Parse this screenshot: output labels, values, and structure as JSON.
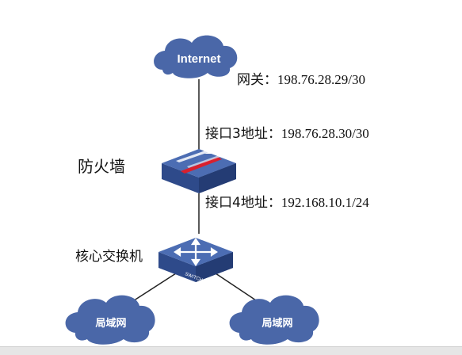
{
  "nodes": {
    "internet": {
      "label": "Internet"
    },
    "firewall": {
      "label": "防火墙"
    },
    "core_switch": {
      "label": "核心交换机",
      "badge": "SWITCH"
    },
    "lan_left": {
      "label": "局域网"
    },
    "lan_right": {
      "label": "局域网"
    }
  },
  "annotations": {
    "gateway": {
      "prefix": "网关：",
      "value": "198.76.28.29/30"
    },
    "iface3": {
      "prefix": "接口3地址：",
      "value": "198.76.28.30/30"
    },
    "iface4": {
      "prefix": "接口4地址：",
      "value": "192.168.10.1/24"
    }
  },
  "colors": {
    "cloud": "#4a67a8",
    "cloud_text": "#ffffff",
    "device_top": "#4c6db3",
    "device_side": "#2e4a8a",
    "firewall_band": "#d8202e",
    "line": "#222222"
  }
}
